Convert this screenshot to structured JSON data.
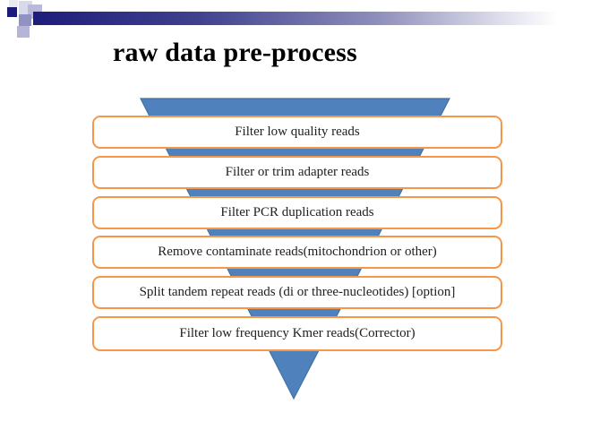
{
  "slide": {
    "title": "raw data pre-process",
    "funnel_steps": [
      {
        "label": "Filter low quality reads"
      },
      {
        "label": "Filter or trim adapter reads"
      },
      {
        "label": "Filter PCR duplication reads"
      },
      {
        "label": "Remove contaminate reads(mitochondrion or other)"
      },
      {
        "label": "Split tandem repeat reads (di or three-nucleotides) [option]"
      },
      {
        "label": "Filter low frequency Kmer reads(Corrector)"
      }
    ],
    "colors": {
      "funnel_blue": "#4f81bd",
      "funnel_blue_edge": "#44719f",
      "box_border_orange": "#f79646",
      "header_navy": "#1c1c78",
      "title_text": "#000000",
      "step_text": "#212121"
    }
  }
}
